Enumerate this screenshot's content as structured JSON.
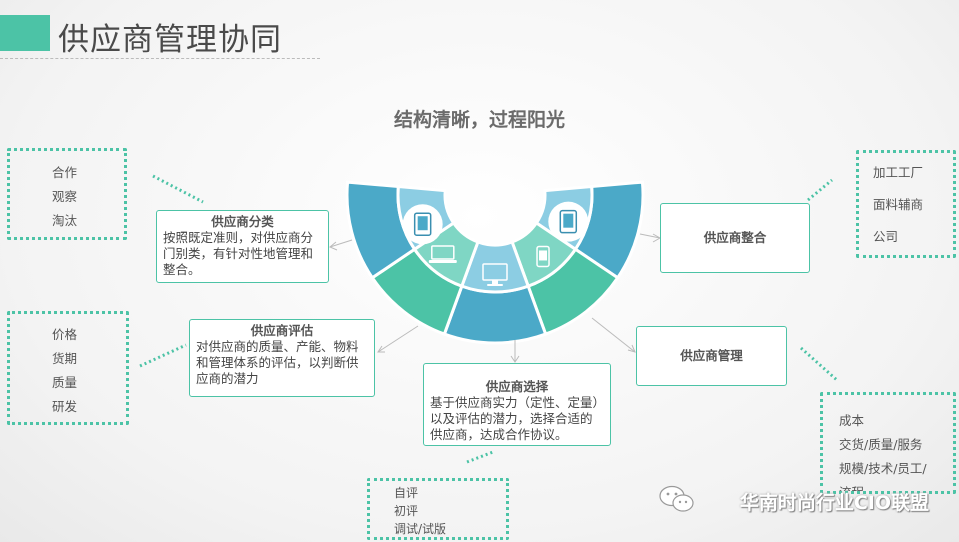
{
  "title": "供应商管理协同",
  "subtitle": "结构清晰，过程阳光",
  "boxes": {
    "classification": {
      "title": "供应商分类",
      "body": "按照既定准则，对供应商分门别类，有针对性地管理和整合。"
    },
    "evaluation": {
      "title": "供应商评估",
      "body": "对供应商的质量、产能、物料和管理体系的评估，以判断供应商的潜力"
    },
    "selection": {
      "title": "供应商选择",
      "body": "基于供应商实力（定性、定量）以及评估的潜力，选择合适的供应商，达成合作协议。"
    },
    "integration": {
      "title": "供应商整合"
    },
    "management": {
      "title": "供应商管理"
    }
  },
  "notes": {
    "top_left": [
      "合作",
      "观察",
      "淘汰"
    ],
    "mid_left": [
      "价格",
      "货期",
      "质量",
      "研发"
    ],
    "bottom_center": [
      "自评",
      "初评",
      "调试/试版"
    ],
    "top_right": [
      "加工工厂",
      "面料辅商",
      "公司"
    ],
    "bottom_right": [
      "成本",
      "交货/质量/服务",
      "规模/技术/员工/",
      "流程"
    ]
  },
  "watermark": "华南时尚行业CIO联盟",
  "icons": [
    "tablet-icon",
    "laptop-icon",
    "monitor-icon",
    "phone-icon",
    "tablet-icon"
  ],
  "colors": {
    "teal": "#4cc3a6",
    "blue": "#4ba9c8",
    "light_teal": "#7fd6c4",
    "light_blue": "#8ccde3"
  }
}
